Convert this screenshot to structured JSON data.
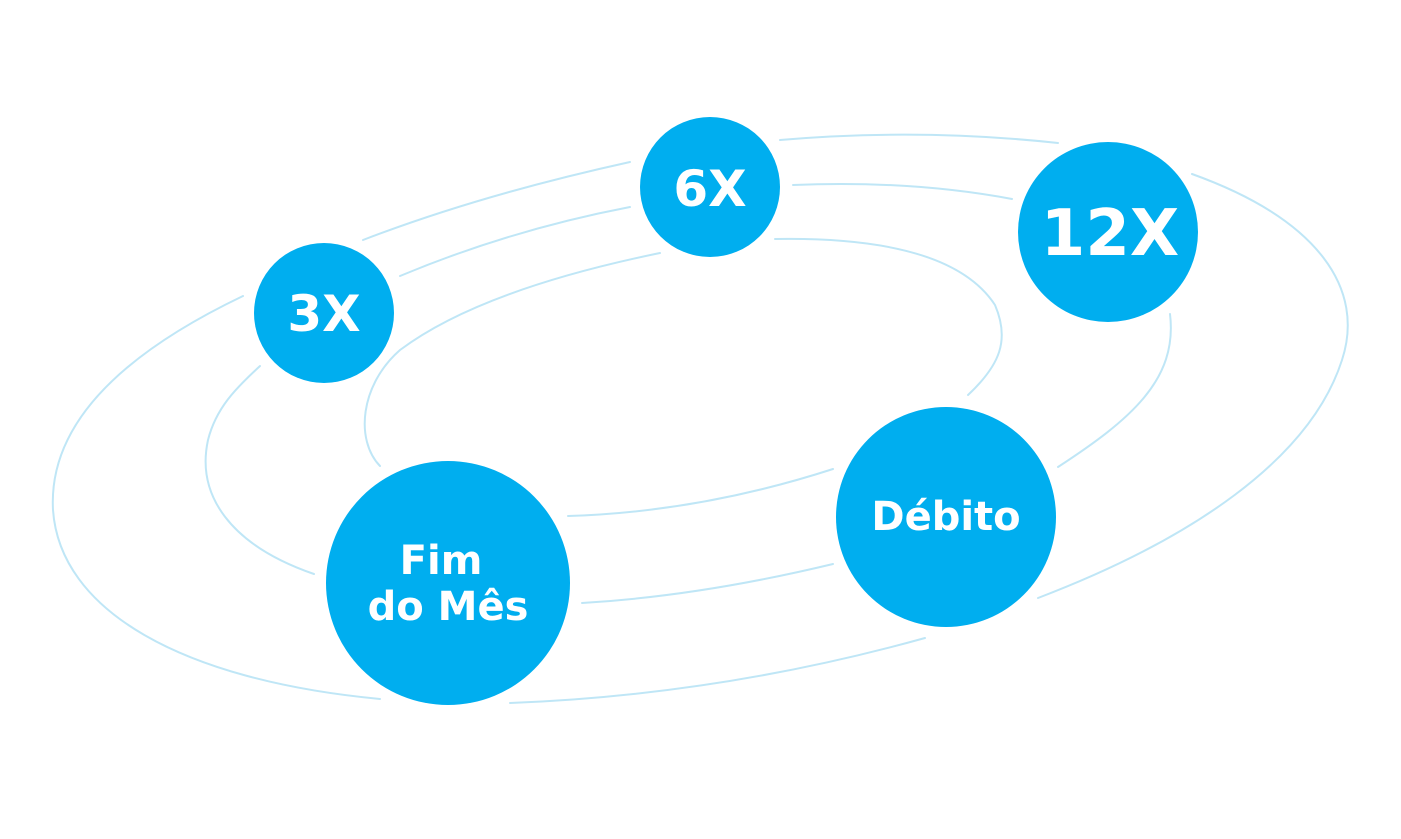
{
  "colors": {
    "node_fill": "#00AEEF",
    "node_text": "#FFFFFF",
    "orbit_stroke": "#BFE6F6",
    "background": "#FFFFFF"
  },
  "nodes": [
    {
      "id": "six",
      "label": "6X"
    },
    {
      "id": "twelve",
      "label": "12X"
    },
    {
      "id": "three",
      "label": "3X"
    },
    {
      "id": "debito",
      "label": "Débito"
    },
    {
      "id": "fim",
      "label": "Fim do Mês",
      "lines": [
        "Fim",
        "do Mês"
      ]
    }
  ]
}
